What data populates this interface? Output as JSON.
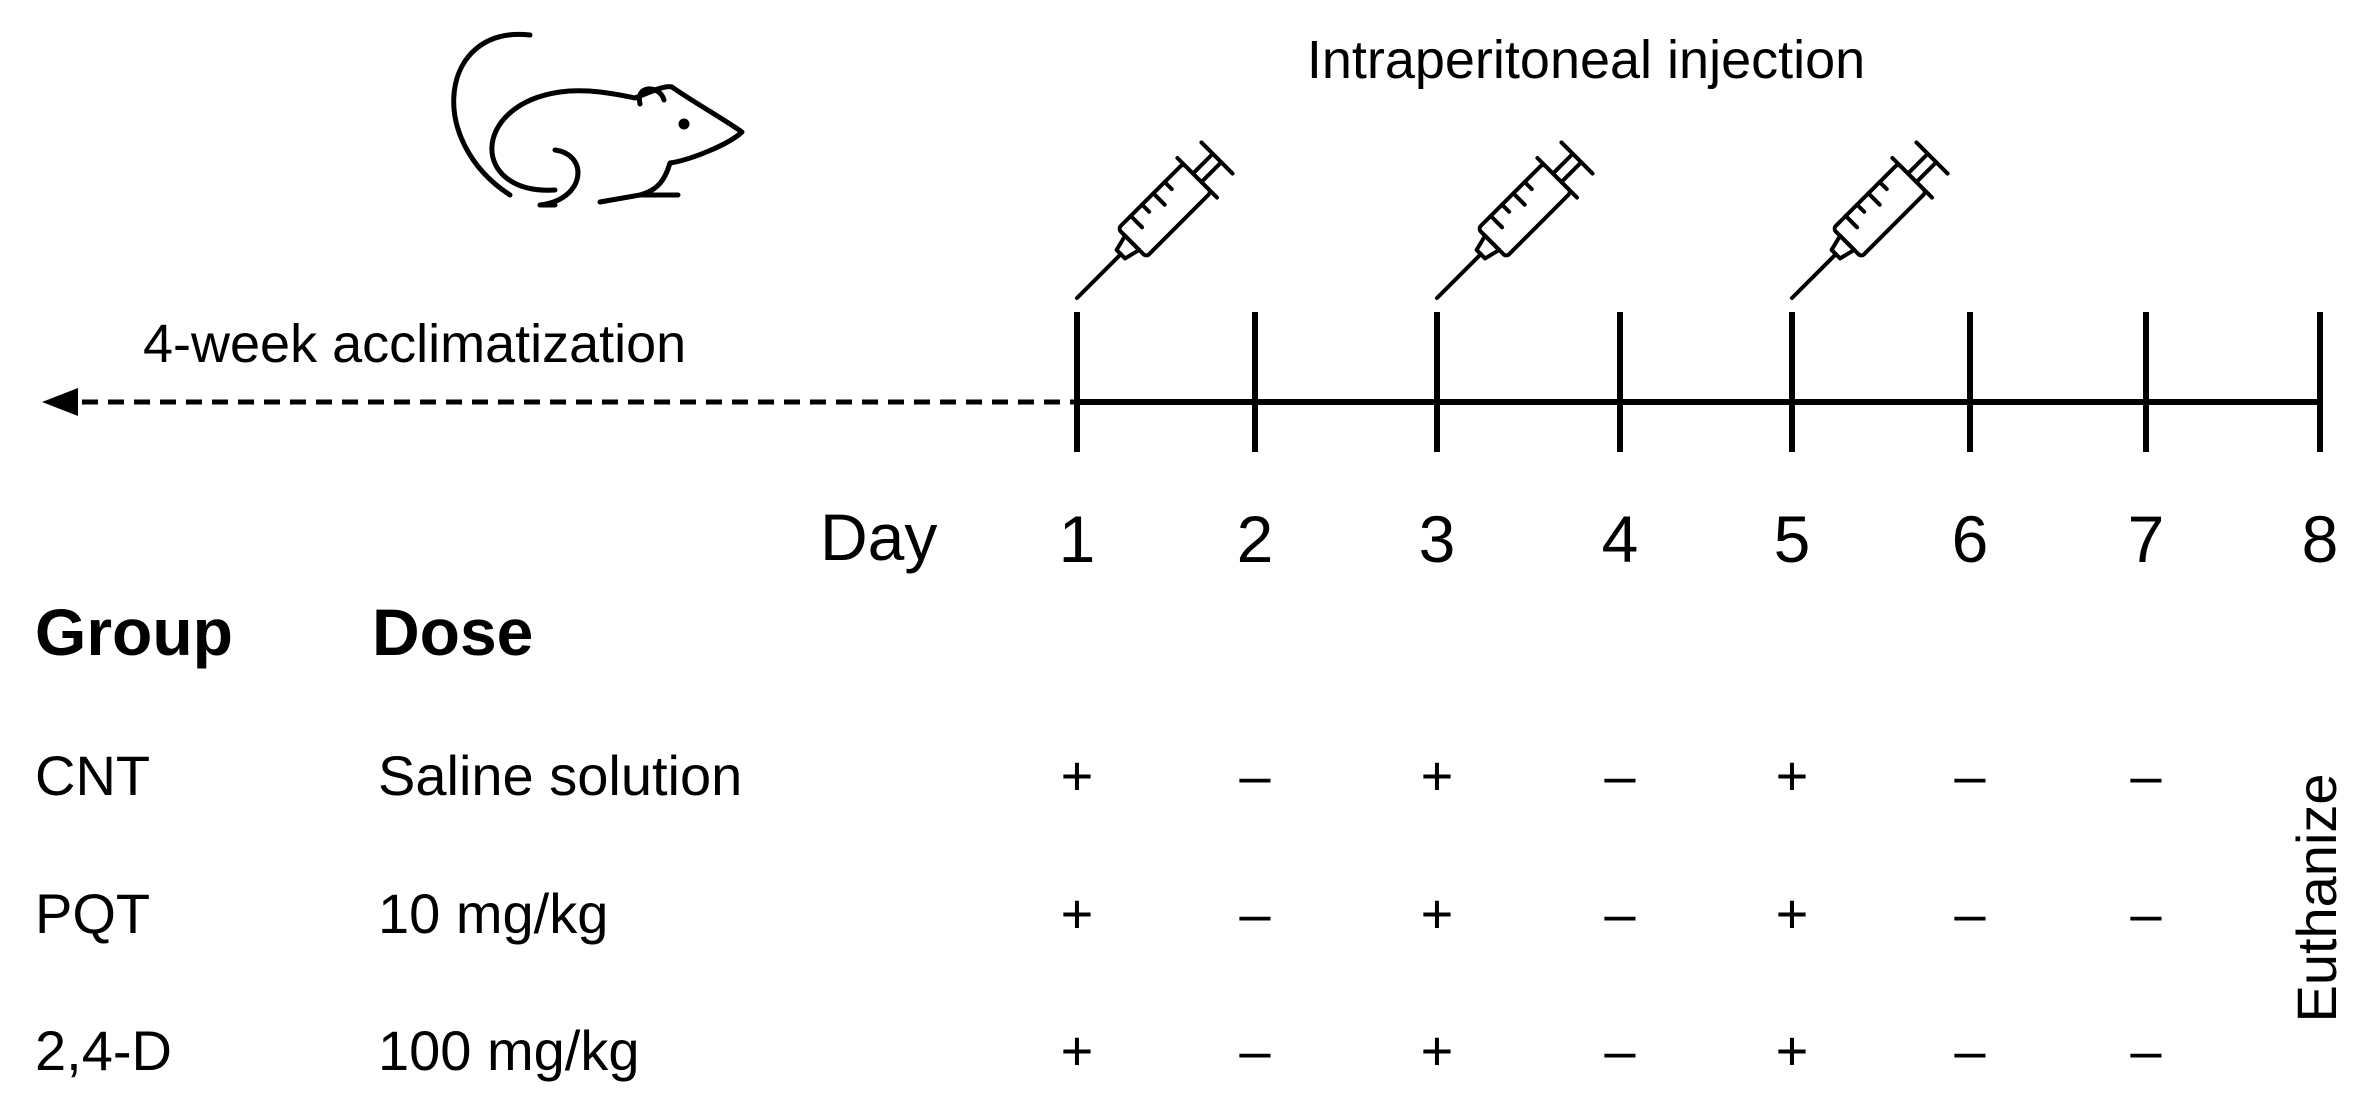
{
  "title": "Intraperitoneal injection",
  "acclimatization_label": "4-week acclimatization",
  "day_label": "Day",
  "days": [
    "1",
    "2",
    "3",
    "4",
    "5",
    "6",
    "7",
    "8"
  ],
  "injection_days": [
    "1",
    "3",
    "5"
  ],
  "table": {
    "header_group": "Group",
    "header_dose": "Dose",
    "rows": [
      {
        "group": "CNT",
        "dose": "Saline solution",
        "marks": [
          "+",
          "–",
          "+",
          "–",
          "+",
          "–",
          "–"
        ]
      },
      {
        "group": "PQT",
        "dose": "10 mg/kg",
        "marks": [
          "+",
          "–",
          "+",
          "–",
          "+",
          "–",
          "–"
        ]
      },
      {
        "group": "2,4-D",
        "dose": "100 mg/kg",
        "marks": [
          "+",
          "–",
          "+",
          "–",
          "+",
          "–",
          "–"
        ]
      }
    ],
    "final_label": "Euthanize"
  },
  "icons": {
    "animal": "mouse-icon",
    "injection": "syringe-icon"
  },
  "colors": {
    "ink": "#000000",
    "background": "#ffffff"
  }
}
